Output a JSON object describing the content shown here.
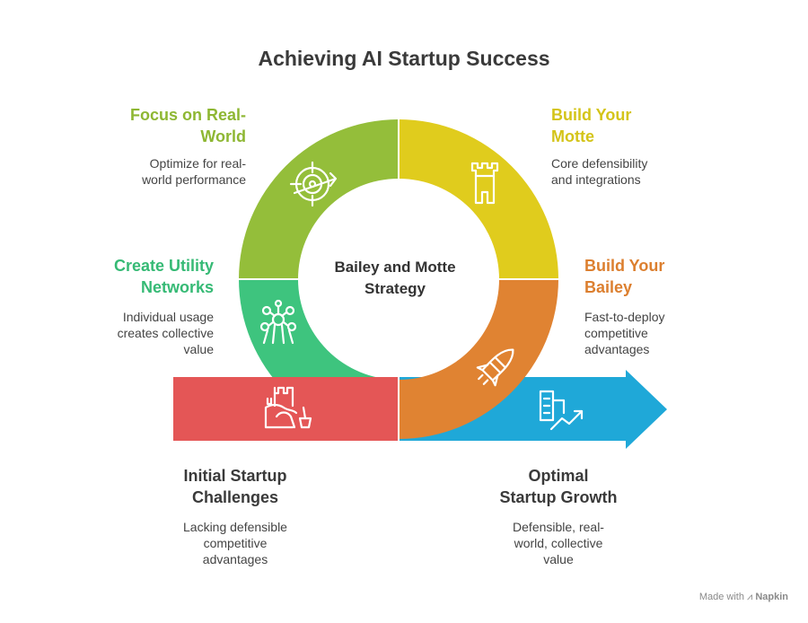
{
  "title": "Achieving AI Startup Success",
  "center": {
    "line1": "Bailey and Motte",
    "line2": "Strategy"
  },
  "segments": {
    "focus": {
      "heading_line1": "Focus on Real-",
      "heading_line2": "World",
      "desc_line1": "Optimize for real-",
      "desc_line2": "world performance",
      "color": "#94BE3A",
      "icon": "target-icon"
    },
    "motte": {
      "heading_line1": "Build Your",
      "heading_line2": "Motte",
      "desc_line1": "Core defensibility",
      "desc_line2": "and integrations",
      "color": "#E0CC1D",
      "icon": "castle-tower-icon"
    },
    "utility": {
      "heading_line1": "Create Utility",
      "heading_line2": "Networks",
      "desc_line1": "Individual usage",
      "desc_line2": "creates collective",
      "desc_line3": "value",
      "color": "#3EC47E",
      "icon": "network-structure-icon"
    },
    "bailey": {
      "heading_line1": "Build Your",
      "heading_line2": "Bailey",
      "desc_line1": "Fast-to-deploy",
      "desc_line2": "competitive",
      "desc_line3": "advantages",
      "color": "#E08332",
      "icon": "rocket-icon"
    },
    "initial": {
      "heading_line1": "Initial Startup",
      "heading_line2": "Challenges",
      "desc_line1": "Lacking defensible",
      "desc_line2": "competitive",
      "desc_line3": "advantages",
      "color": "#E45656",
      "icon": "sandcastle-icon"
    },
    "optimal": {
      "heading_line1": "Optimal",
      "heading_line2": "Startup Growth",
      "desc_line1": "Defensible, real-",
      "desc_line2": "world, collective",
      "desc_line3": "value",
      "color": "#1FA8D8",
      "icon": "growth-building-icon"
    }
  },
  "footer": {
    "made_with": "Made with",
    "brand": "Napkin"
  }
}
